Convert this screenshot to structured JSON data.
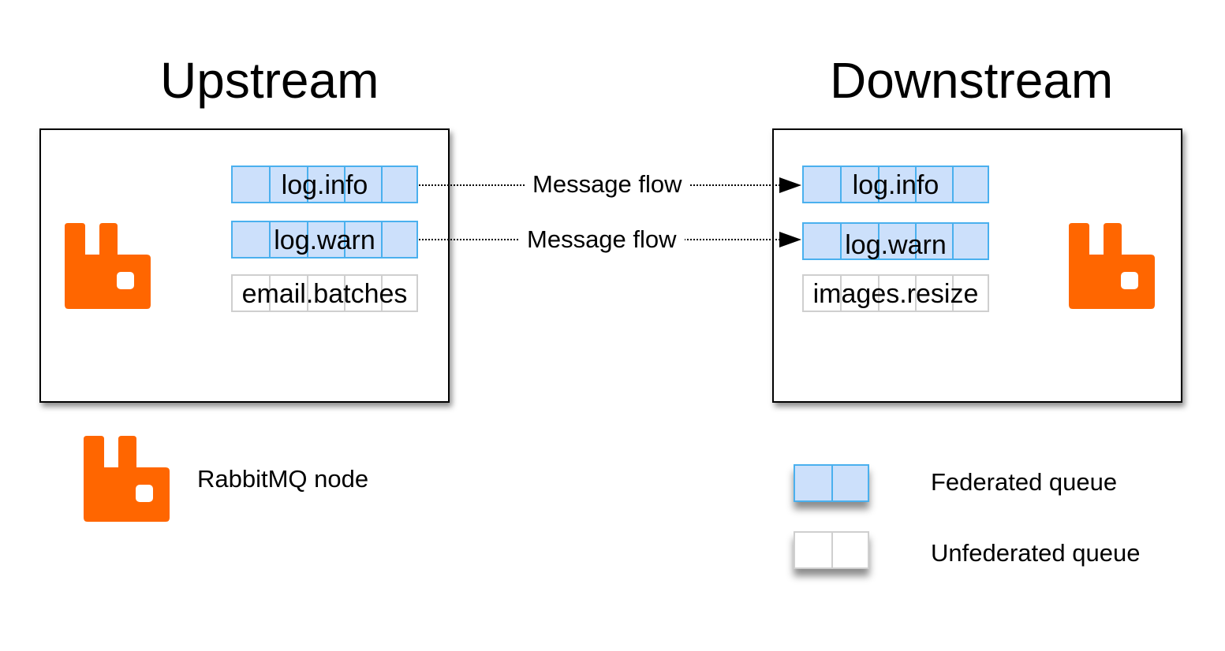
{
  "titles": {
    "upstream": "Upstream",
    "downstream": "Downstream"
  },
  "upstream": {
    "queues": [
      {
        "name": "log.info",
        "federated": true
      },
      {
        "name": "log.warn",
        "federated": true
      },
      {
        "name": "email.batches",
        "federated": false
      }
    ]
  },
  "downstream": {
    "queues": [
      {
        "name": "log.info",
        "federated": true
      },
      {
        "name": "log.warn",
        "federated": true
      },
      {
        "name": "images.resize",
        "federated": false
      }
    ]
  },
  "flows": [
    {
      "label": "Message flow",
      "from": "log.info",
      "to": "log.info"
    },
    {
      "label": "Message flow",
      "from": "log.warn",
      "to": "log.warn"
    }
  ],
  "legend": {
    "node": "RabbitMQ node",
    "federated": "Federated queue",
    "unfederated": "Unfederated queue"
  },
  "icons": {
    "node": "rabbitmq-logo-icon"
  },
  "colors": {
    "rabbitmq_orange": "#ff6600",
    "federated_fill": "#cce0fb",
    "federated_border": "#4ab0ee",
    "unfederated_border": "#cfcfcf"
  }
}
